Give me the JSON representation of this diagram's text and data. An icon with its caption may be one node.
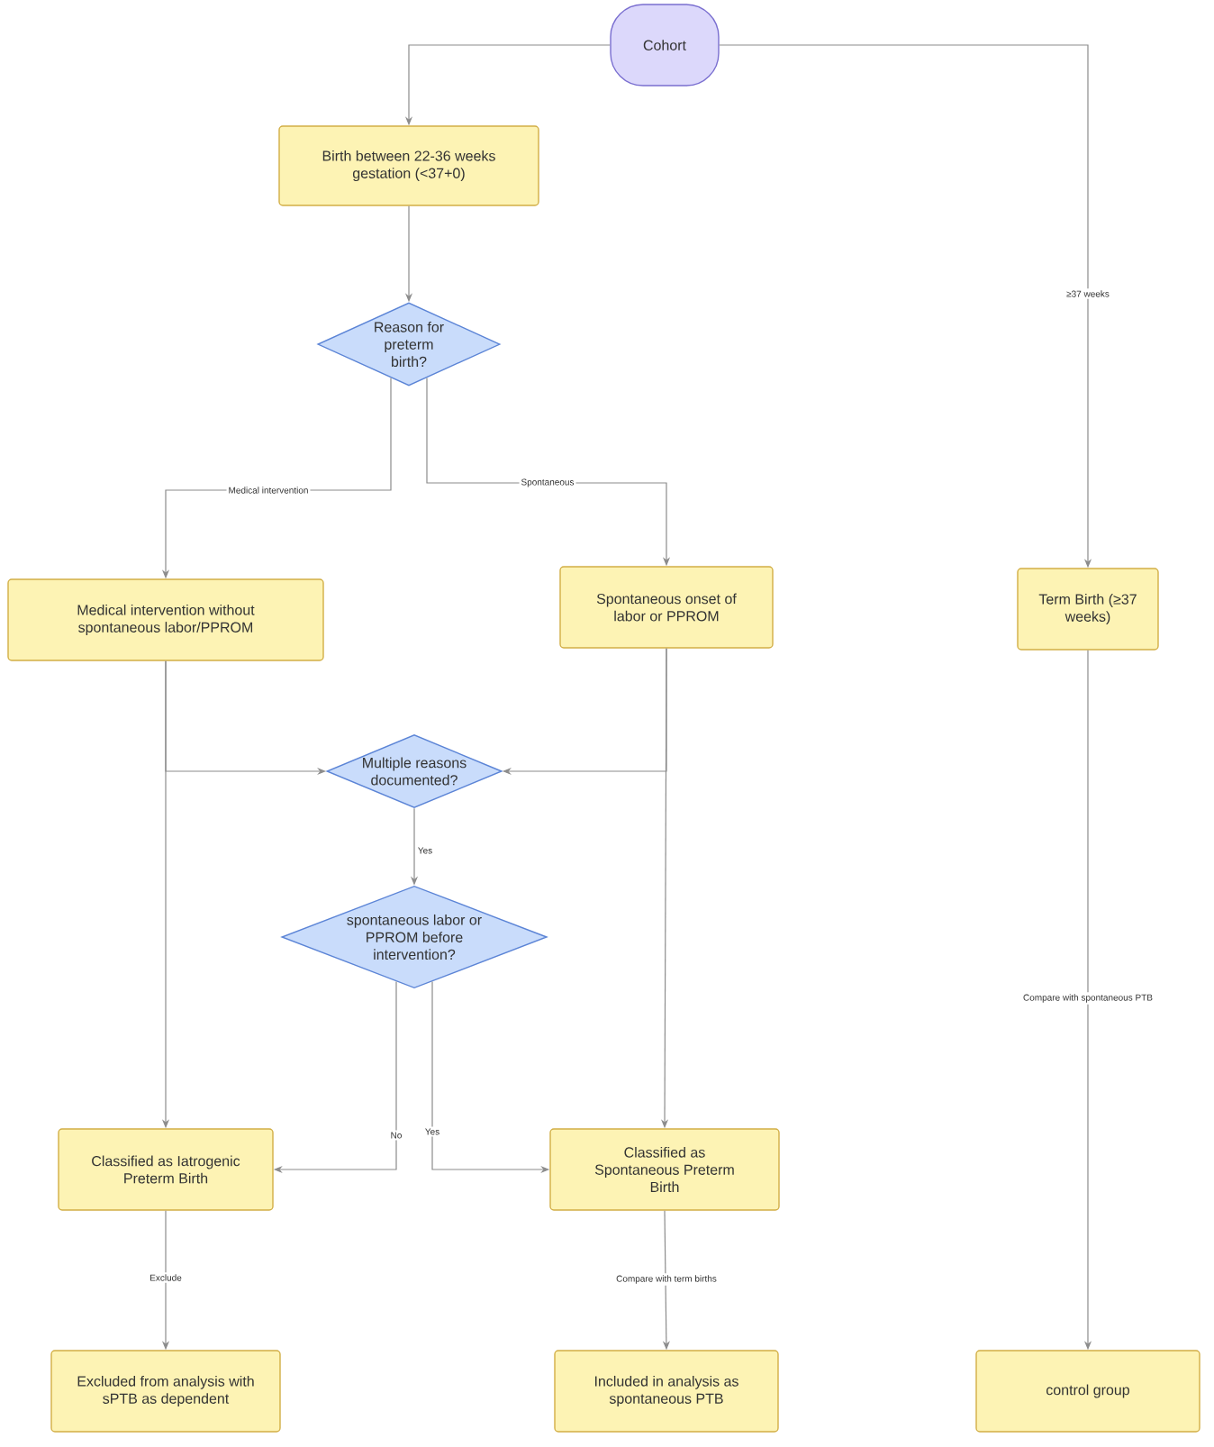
{
  "diagram": {
    "nodes": [
      {
        "text": [
          "Cohort"
        ]
      },
      {
        "text": [
          "Birth between 22-36 weeks gestation (<37+0)"
        ]
      },
      {
        "text": [
          "Reason for preterm birth?"
        ]
      },
      {
        "text": [
          "Medical intervention without spontaneous labor/PPROM"
        ]
      },
      {
        "text": [
          "Spontaneous onset of labor or PPROM"
        ]
      },
      {
        "text": [
          "Term Birth (≥37 weeks)"
        ]
      },
      {
        "text": [
          "Multiple reasons documented?"
        ]
      },
      {
        "text": [
          "spontaneous labor or PPROM before intervention?"
        ]
      },
      {
        "text": [
          "Classified as Iatrogenic Preterm Birth"
        ]
      },
      {
        "text": [
          "Classified as Spontaneous Preterm Birth"
        ]
      },
      {
        "text": [
          "Excluded from analysis with sPTB as dependent"
        ]
      },
      {
        "text": [
          "Included in analysis as spontaneous PTB"
        ]
      },
      {
        "text": [
          "control group"
        ]
      }
    ],
    "edges": [
      {
        "from": 0,
        "to": 1,
        "arrow": "to"
      },
      {
        "from": 0,
        "to": 5,
        "arrow": "to",
        "label": "≥37 weeks"
      },
      {
        "from": 1,
        "to": 2,
        "arrow": "to"
      },
      {
        "from": 2,
        "to": 3,
        "arrow": "to",
        "label": "Medical intervention"
      },
      {
        "from": 2,
        "to": 4,
        "arrow": "to",
        "label": "Spontaneous"
      },
      {
        "from": 3,
        "to": 6,
        "arrow": "to"
      },
      {
        "from": 4,
        "to": 6,
        "arrow": "to"
      },
      {
        "from": 3,
        "to": 8,
        "arrow": "to"
      },
      {
        "from": 4,
        "to": 9,
        "arrow": "to"
      },
      {
        "from": 6,
        "to": 7,
        "arrow": "to",
        "label": "Yes"
      },
      {
        "from": 7,
        "to": 8,
        "arrow": "to",
        "label": "No"
      },
      {
        "from": 7,
        "to": 9,
        "arrow": "to",
        "label": "Yes"
      },
      {
        "from": 8,
        "to": 10,
        "arrow": "to",
        "label": "Exclude"
      },
      {
        "from": 9,
        "to": 11,
        "arrow": "to",
        "label": "Compare with term births"
      },
      {
        "from": 5,
        "to": 12,
        "arrow": "to",
        "label": "Compare with spontaneous PTB"
      }
    ]
  }
}
